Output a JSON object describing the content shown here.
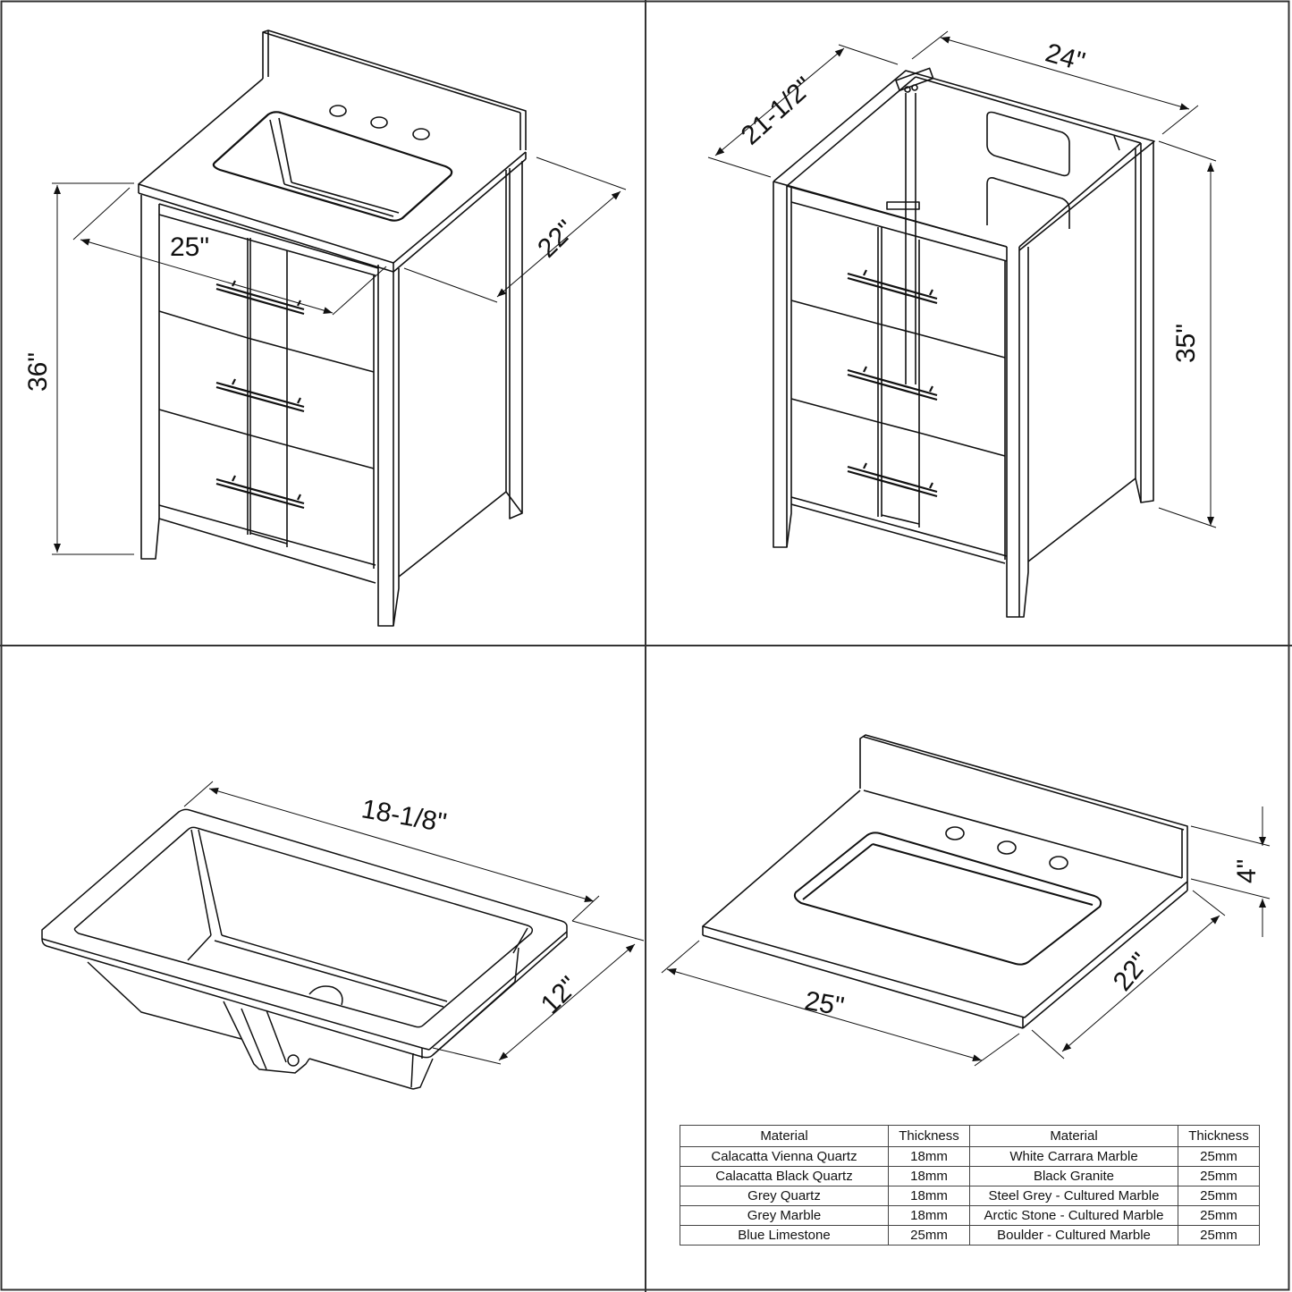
{
  "panels": {
    "assembled_vanity": {
      "dimensions": {
        "width": "25\"",
        "depth": "22\"",
        "height": "36\""
      }
    },
    "cabinet_only": {
      "dimensions": {
        "width": "24\"",
        "depth": "21-1/2\"",
        "height": "35\""
      }
    },
    "sink_bowl": {
      "dimensions": {
        "length": "18-1/8\"",
        "width": "12\""
      }
    },
    "countertop": {
      "dimensions": {
        "width": "25\"",
        "depth": "22\"",
        "backsplash_height": "4\""
      }
    }
  },
  "materials_table": {
    "headers": [
      "Material",
      "Thickness",
      "Material",
      "Thickness"
    ],
    "rows": [
      [
        "Calacatta Vienna Quartz",
        "18mm",
        "White Carrara Marble",
        "25mm"
      ],
      [
        "Calacatta Black Quartz",
        "18mm",
        "Black Granite",
        "25mm"
      ],
      [
        "Grey Quartz",
        "18mm",
        "Steel Grey - Cultured Marble",
        "25mm"
      ],
      [
        "Grey Marble",
        "18mm",
        "Arctic Stone - Cultured Marble",
        "25mm"
      ],
      [
        "Blue Limestone",
        "25mm",
        "Boulder - Cultured Marble",
        "25mm"
      ]
    ]
  },
  "colors": {
    "line": "#111111",
    "background": "#ffffff",
    "border": "#333333"
  }
}
